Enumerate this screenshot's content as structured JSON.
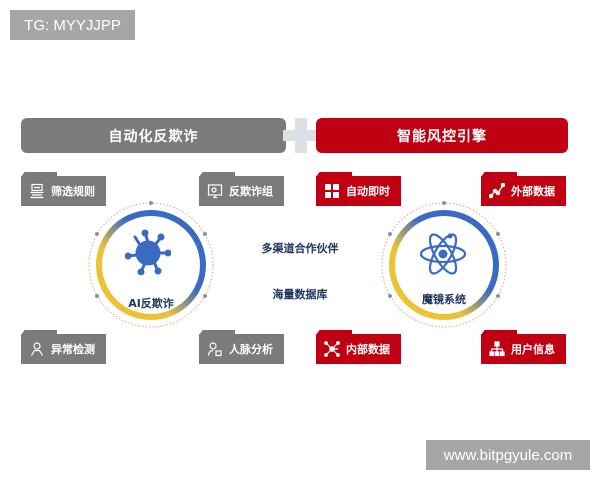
{
  "watermarks": {
    "top": "TG: MYYJJPP",
    "bottom": "www.bitpgyule.com"
  },
  "headers": {
    "left": "自动化反欺诈",
    "right": "智能风控引擎"
  },
  "colors": {
    "gray": "#7b7b7b",
    "red": "#c00012",
    "blue": "#3a6bc4",
    "gold": "#f2c12e",
    "plus": "#dde0e7",
    "text_dark": "#1f3563"
  },
  "left_panel": {
    "circle_label": "AI反欺诈",
    "circle_icon": "virus-network-icon",
    "tags": [
      {
        "label": "筛选规则",
        "icon": "rules-icon"
      },
      {
        "label": "反欺诈组",
        "icon": "monitor-icon"
      },
      {
        "label": "异常检测",
        "icon": "person-detect-icon"
      },
      {
        "label": "人脉分析",
        "icon": "person-lock-icon"
      }
    ]
  },
  "right_panel": {
    "circle_label": "魔镜系统",
    "circle_icon": "atom-icon",
    "tags": [
      {
        "label": "自动即时",
        "icon": "puzzle-icon"
      },
      {
        "label": "外部数据",
        "icon": "line-chart-icon"
      },
      {
        "label": "内部数据",
        "icon": "network-node-icon"
      },
      {
        "label": "用户信息",
        "icon": "org-chart-icon"
      }
    ]
  },
  "center": {
    "line1": "多渠道合作伙伴",
    "line2": "海量数据库"
  }
}
